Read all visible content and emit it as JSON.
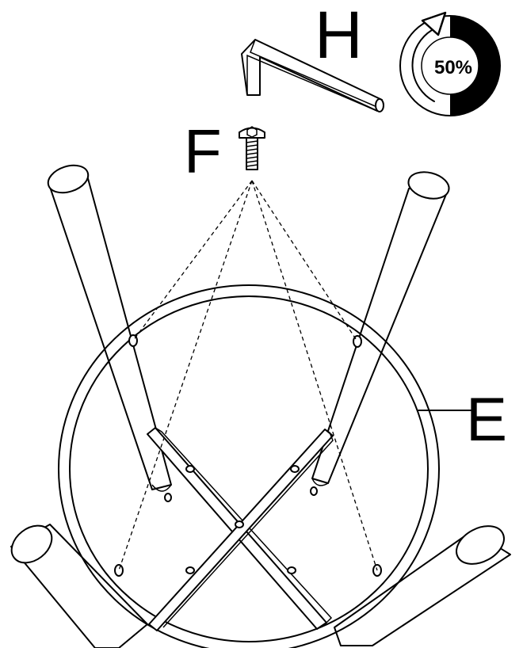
{
  "labels": {
    "hex_key": "H",
    "bolt": "F",
    "ring": "E"
  },
  "progress": {
    "text": "50%",
    "fraction": 0.5
  },
  "colors": {
    "ink": "#000000",
    "paper": "#ffffff"
  }
}
